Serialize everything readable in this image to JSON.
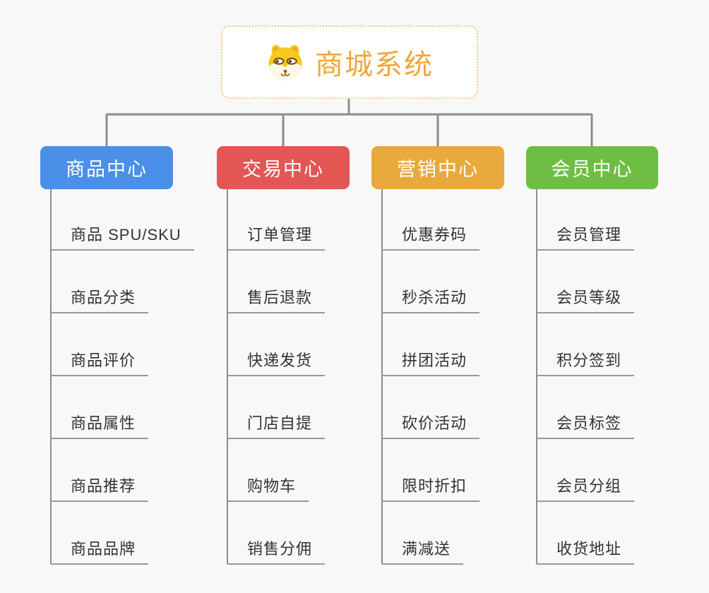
{
  "root": {
    "title": "商城系统",
    "icon": "dog-mascot-icon",
    "title_color": "#f0a63c",
    "border_color": "#f3c682"
  },
  "branches": [
    {
      "label": "商品中心",
      "color": "#4a8fe8",
      "children": [
        "商品 SPU/SKU",
        "商品分类",
        "商品评价",
        "商品属性",
        "商品推荐",
        "商品品牌"
      ]
    },
    {
      "label": "交易中心",
      "color": "#e25754",
      "children": [
        "订单管理",
        "售后退款",
        "快递发货",
        "门店自提",
        "购物车",
        "销售分佣"
      ]
    },
    {
      "label": "营销中心",
      "color": "#e9a93d",
      "children": [
        "优惠券码",
        "秒杀活动",
        "拼团活动",
        "砍价活动",
        "限时折扣",
        "满减送"
      ]
    },
    {
      "label": "会员中心",
      "color": "#6fbe44",
      "children": [
        "会员管理",
        "会员等级",
        "积分签到",
        "会员标签",
        "会员分组",
        "收货地址"
      ]
    }
  ],
  "colors": {
    "background": "#f8f8f8",
    "connector_line": "#8c8c8c",
    "subtopic_underline": "#999999",
    "subtopic_text": "#333333",
    "branch_text": "#ffffff"
  }
}
